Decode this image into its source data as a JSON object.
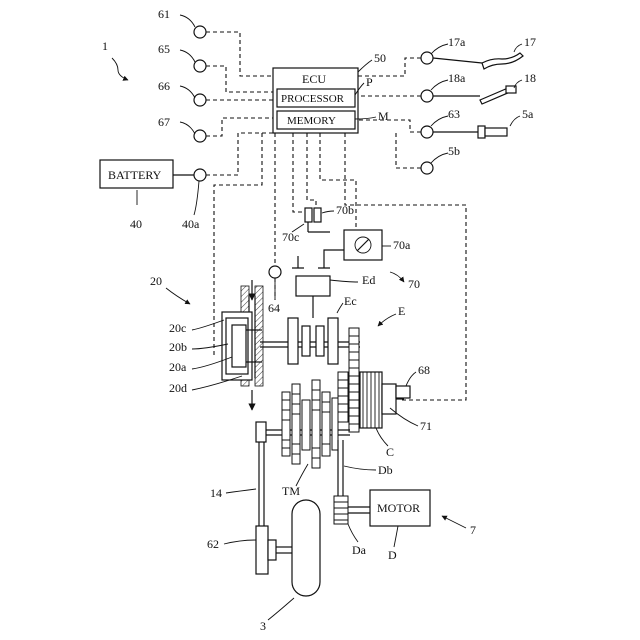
{
  "figure_ref": "1",
  "labels": {
    "ecu": "ECU",
    "processor": "PROCESSOR",
    "memory": "MEMORY",
    "battery": "BATTERY",
    "motor": "MOTOR",
    "r50": "50",
    "rP": "P",
    "rM": "M",
    "r61": "61",
    "r65": "65",
    "r66": "66",
    "r67": "67",
    "r40": "40",
    "r40a": "40a",
    "r17a": "17a",
    "r17": "17",
    "r18a": "18a",
    "r18": "18",
    "r63": "63",
    "r5a": "5a",
    "r5b": "5b",
    "r70b": "70b",
    "r70c": "70c",
    "r70a": "70a",
    "r70": "70",
    "r20": "20",
    "r64": "64",
    "rEd": "Ed",
    "rEc": "Ec",
    "rE": "E",
    "r20c": "20c",
    "r20b": "20b",
    "r20a": "20a",
    "r20d": "20d",
    "r68": "68",
    "r71": "71",
    "rC": "C",
    "rTM": "TM",
    "rDb": "Db",
    "r14": "14",
    "r62": "62",
    "rDa": "Da",
    "rD": "D",
    "r7": "7",
    "r3": "3"
  }
}
